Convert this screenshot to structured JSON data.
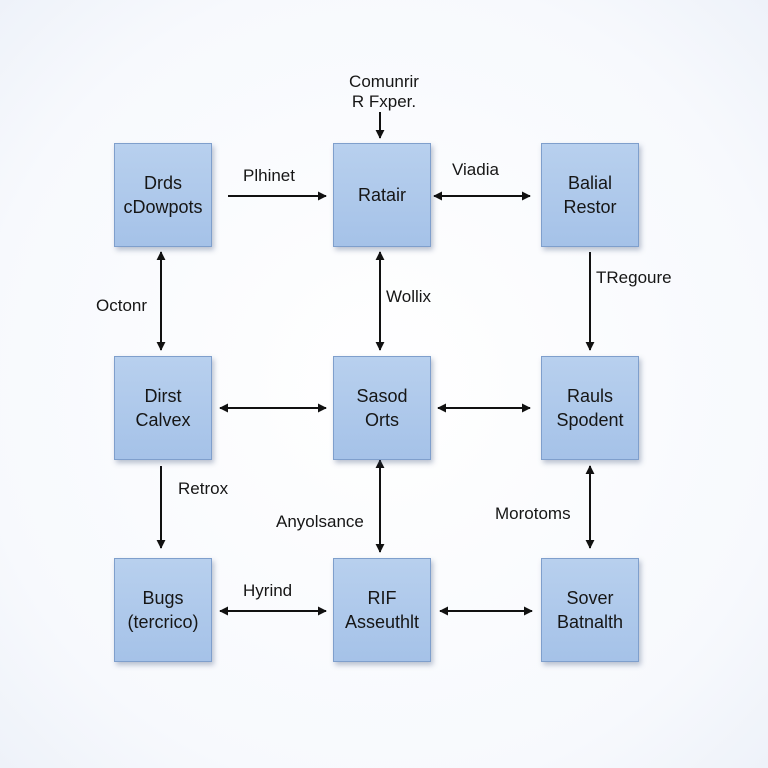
{
  "diagram": {
    "nodes": {
      "r1c1": {
        "line1": "Drds",
        "line2": "cDowpots"
      },
      "r1c2": {
        "line1": "Ratair"
      },
      "r1c3": {
        "line1": "Balial",
        "line2": "Restor"
      },
      "r2c1": {
        "line1": "Dirst",
        "line2": "Calvex"
      },
      "r2c2": {
        "line1": "Sasod",
        "line2": "Orts"
      },
      "r2c3": {
        "line1": "Rauls",
        "line2": "Spodent"
      },
      "r3c1": {
        "line1": "Bugs",
        "line2": "(tercrico)"
      },
      "r3c2": {
        "line1": "RIF",
        "line2": "Asseuthlt"
      },
      "r3c3": {
        "line1": "Sover",
        "line2": "Batnalth"
      }
    },
    "edge_labels": {
      "top": {
        "line1": "Comunrir",
        "line2": "R Fxper."
      },
      "r1c1_r1c2": "Plhinet",
      "r1c2_r1c3": "Viadia",
      "r1c1_r2c1": "Octonr",
      "r1c2_r2c2": "Wollix",
      "r1c3_r2c3": "TRegoure",
      "r2c1_r3c1": "Retrox",
      "r2c2_r3c2": "Anyolsance",
      "r2c3_r3c3": "Morotoms",
      "r3c1_r3c2": "Hyrind"
    }
  }
}
